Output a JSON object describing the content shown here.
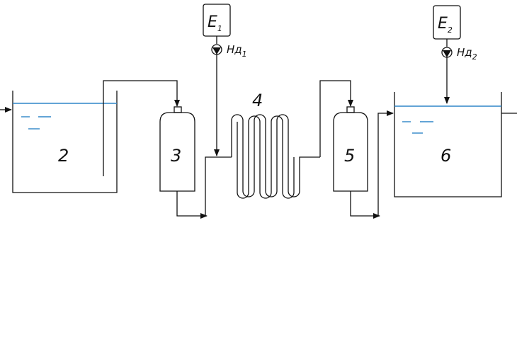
{
  "diagram": {
    "labels": {
      "tank_2": "2",
      "filter_3": "3",
      "coil_4": "4",
      "filter_5": "5",
      "tank_6": "6"
    },
    "dosers": [
      {
        "letter": "E",
        "index": "1",
        "pump_letter": "Нд",
        "pump_index": "1"
      },
      {
        "letter": "E",
        "index": "2",
        "pump_letter": "Нд",
        "pump_index": "2"
      }
    ],
    "colors": {
      "line": "#111111",
      "water": "#2e86c8"
    }
  }
}
